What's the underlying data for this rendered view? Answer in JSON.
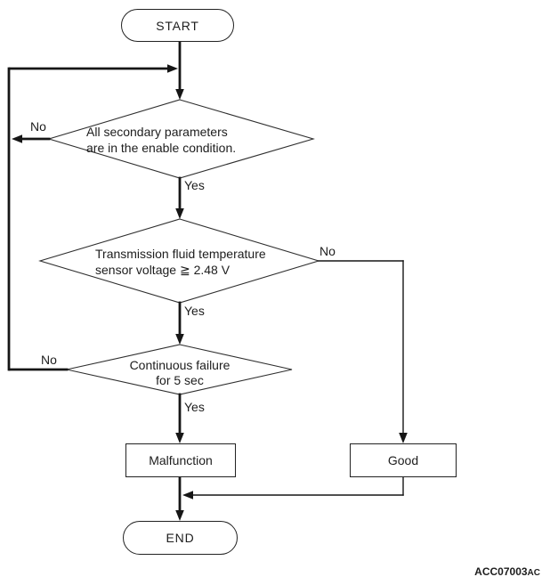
{
  "nodes": {
    "start": {
      "label": "START"
    },
    "end": {
      "label": "END"
    },
    "malfunction": {
      "label": "Malfunction"
    },
    "good": {
      "label": "Good"
    }
  },
  "decisions": [
    {
      "line1": "All secondary parameters",
      "line2": "are in the enable condition.",
      "no_label": "No",
      "yes_label": "Yes"
    },
    {
      "line1": "Transmission fluid temperature",
      "line2": "sensor voltage ≧ 2.48 V",
      "no_label": "No",
      "yes_label": "Yes"
    },
    {
      "line1": "Continuous failure",
      "line2": "for 5 sec",
      "no_label": "No",
      "yes_label": "Yes"
    }
  ],
  "figure_code": {
    "main": "ACC07003",
    "suffix": "AC"
  },
  "colors": {
    "line": "#161616",
    "text": "#1d1d1d",
    "background": "#ffffff"
  }
}
